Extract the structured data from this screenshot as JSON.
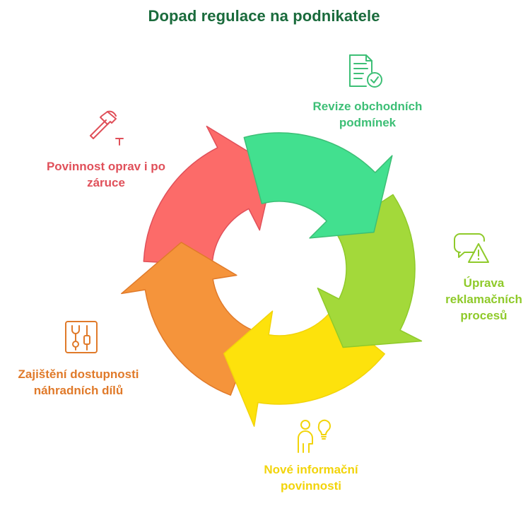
{
  "title": "Dopad regulace na podnikatele",
  "steps": [
    {
      "lines": [
        "Revize obchodních",
        "podmínek"
      ],
      "color": "#3dbf76",
      "fill": "#42e08f",
      "icon": "document-check-icon"
    },
    {
      "lines": [
        "Úprava",
        "reklamačních",
        "procesů"
      ],
      "color": "#8fca2a",
      "fill": "#a3d93a",
      "icon": "chat-warning-icon"
    },
    {
      "lines": [
        "Nové informační",
        "povinnosti"
      ],
      "color": "#f2d40a",
      "fill": "#fde20c",
      "icon": "person-lightbulb-icon"
    },
    {
      "lines": [
        "Zajištění dostupnosti",
        "náhradních dílů"
      ],
      "color": "#e07a2a",
      "fill": "#f5943b",
      "icon": "tools-panel-icon"
    },
    {
      "lines": [
        "Povinnost oprav i po",
        "záruce"
      ],
      "color": "#e0505a",
      "fill": "#fc6b69",
      "icon": "hammer-nail-icon"
    }
  ]
}
